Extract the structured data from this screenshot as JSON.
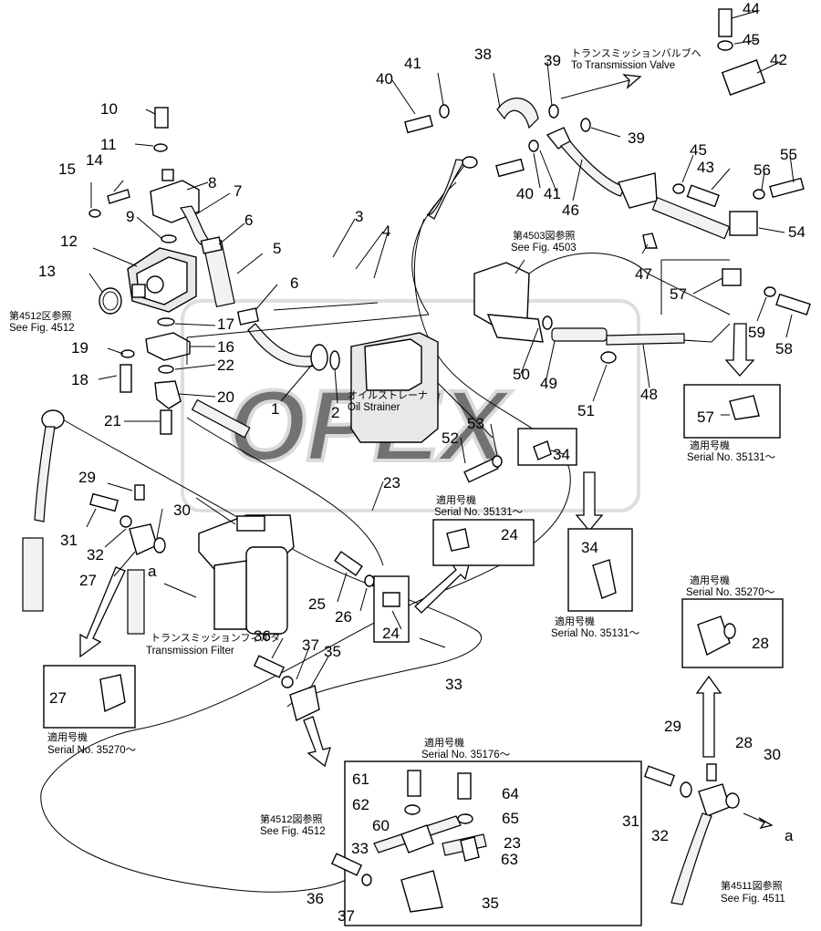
{
  "watermark": "OPEX",
  "callout_numbers": [
    "1",
    "2",
    "3",
    "4",
    "5",
    "6",
    "6",
    "7",
    "8",
    "9",
    "10",
    "11",
    "12",
    "13",
    "14",
    "15",
    "16",
    "17",
    "18",
    "19",
    "20",
    "21",
    "22",
    "23",
    "23",
    "24",
    "24",
    "25",
    "26",
    "27",
    "27",
    "28",
    "28",
    "29",
    "29",
    "30",
    "30",
    "31",
    "31",
    "32",
    "32",
    "33",
    "33",
    "34",
    "34",
    "35",
    "35",
    "36",
    "36",
    "37",
    "37",
    "38",
    "39",
    "39",
    "40",
    "40",
    "41",
    "41",
    "42",
    "43",
    "44",
    "45",
    "45",
    "46",
    "47",
    "48",
    "49",
    "50",
    "51",
    "52",
    "53",
    "54",
    "55",
    "56",
    "57",
    "57",
    "58",
    "59",
    "60",
    "61",
    "62",
    "63",
    "64",
    "65"
  ],
  "labels": {
    "to_trans_valve_jp": "トランスミッションバルブへ",
    "to_trans_valve_en": "To Transmission Valve",
    "fig4503_jp": "第4503図参照",
    "fig4503_en": "See Fig. 4503",
    "fig4512_jp": "第4512区参照",
    "fig4512_en": "See Fig. 4512",
    "fig4512_inset_jp": "第4512図参照",
    "fig4512_inset_en": "See Fig. 4512",
    "fig4511_jp": "第4511図参照",
    "fig4511_en": "See Fig. 4511",
    "oil_strainer_jp": "オイルストレーナ",
    "oil_strainer_en": "Oil Strainer",
    "trans_filter_jp": "トランスミッションフィルタ",
    "trans_filter_en": "Transmission Filter",
    "pointer_a": "a"
  },
  "insets": {
    "inset_57": {
      "title_jp": "適用号機",
      "serial": "Serial No. 35131～",
      "part": "57"
    },
    "inset_24": {
      "title_jp": "適用号機",
      "serial": "Serial No. 35131～",
      "part": "24"
    },
    "inset_34": {
      "title_jp": "適用号機",
      "serial": "Serial No. 35131～",
      "part": "34"
    },
    "inset_27": {
      "title_jp": "適用号機",
      "serial": "Serial No. 35270～",
      "part": "27"
    },
    "inset_28": {
      "title_jp": "適用号機",
      "serial": "Serial No. 35270～",
      "part": "28"
    },
    "inset_bottom": {
      "title_jp": "適用号機",
      "serial": "Serial No. 35176～"
    }
  },
  "colors": {
    "ink": "#000000",
    "watermark": "#bdbdbd",
    "paper": "#ffffff"
  }
}
